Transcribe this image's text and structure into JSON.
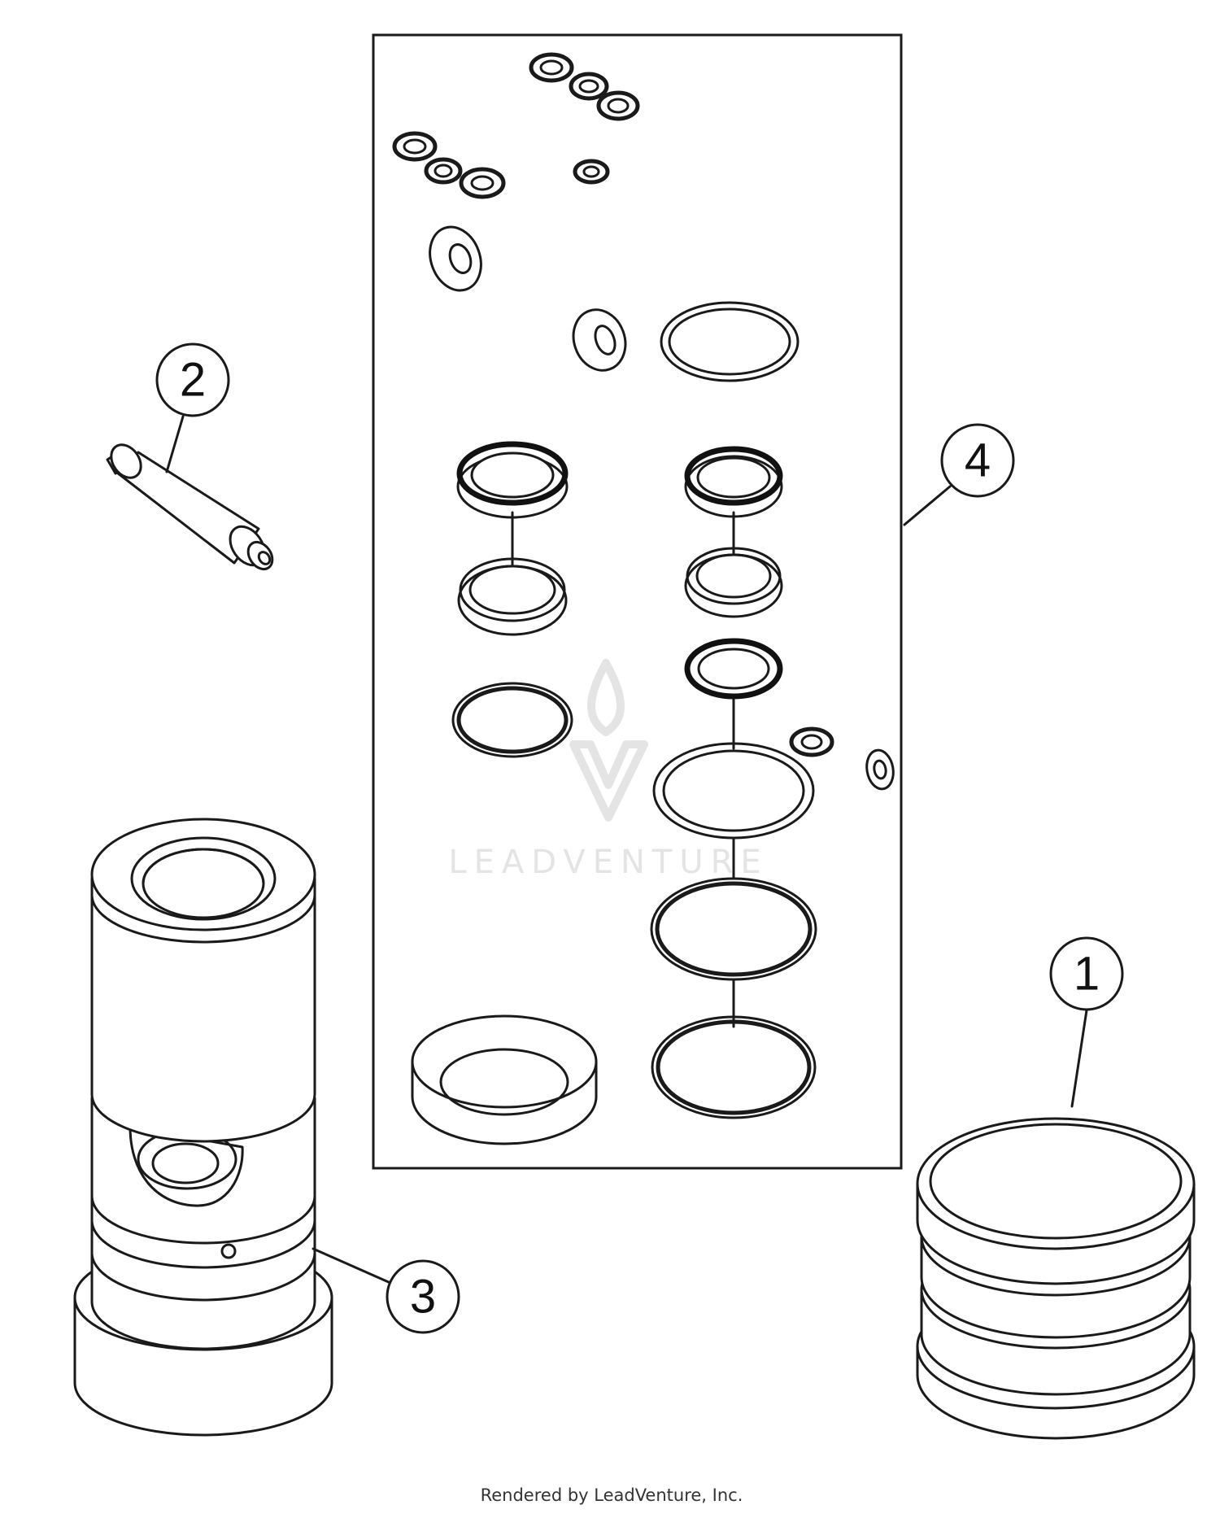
{
  "callouts": [
    {
      "id": "1",
      "label": "1"
    },
    {
      "id": "2",
      "label": "2"
    },
    {
      "id": "3",
      "label": "3"
    },
    {
      "id": "4",
      "label": "4"
    }
  ],
  "watermark": {
    "text": "LEADVENTURE"
  },
  "footer": {
    "text": "Rendered by LeadVenture, Inc."
  },
  "colors": {
    "line": "#1a1a1a",
    "background": "#ffffff",
    "watermark": "#e4e4e4"
  }
}
